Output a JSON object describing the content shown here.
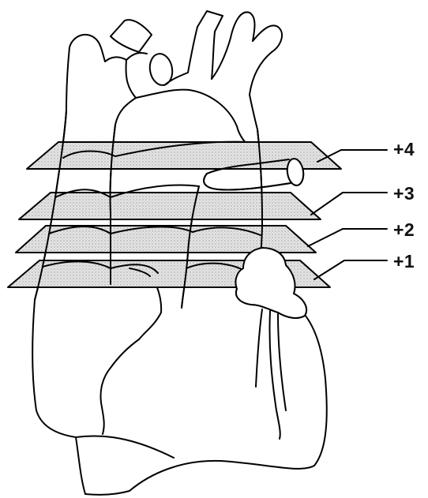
{
  "plane_labels": {
    "p4": "+4",
    "p3": "+3",
    "p2": "+2",
    "p1": "+1"
  },
  "colors": {
    "line": "#000000",
    "plane_fill": "#d9d9d9",
    "background": "#ffffff"
  }
}
